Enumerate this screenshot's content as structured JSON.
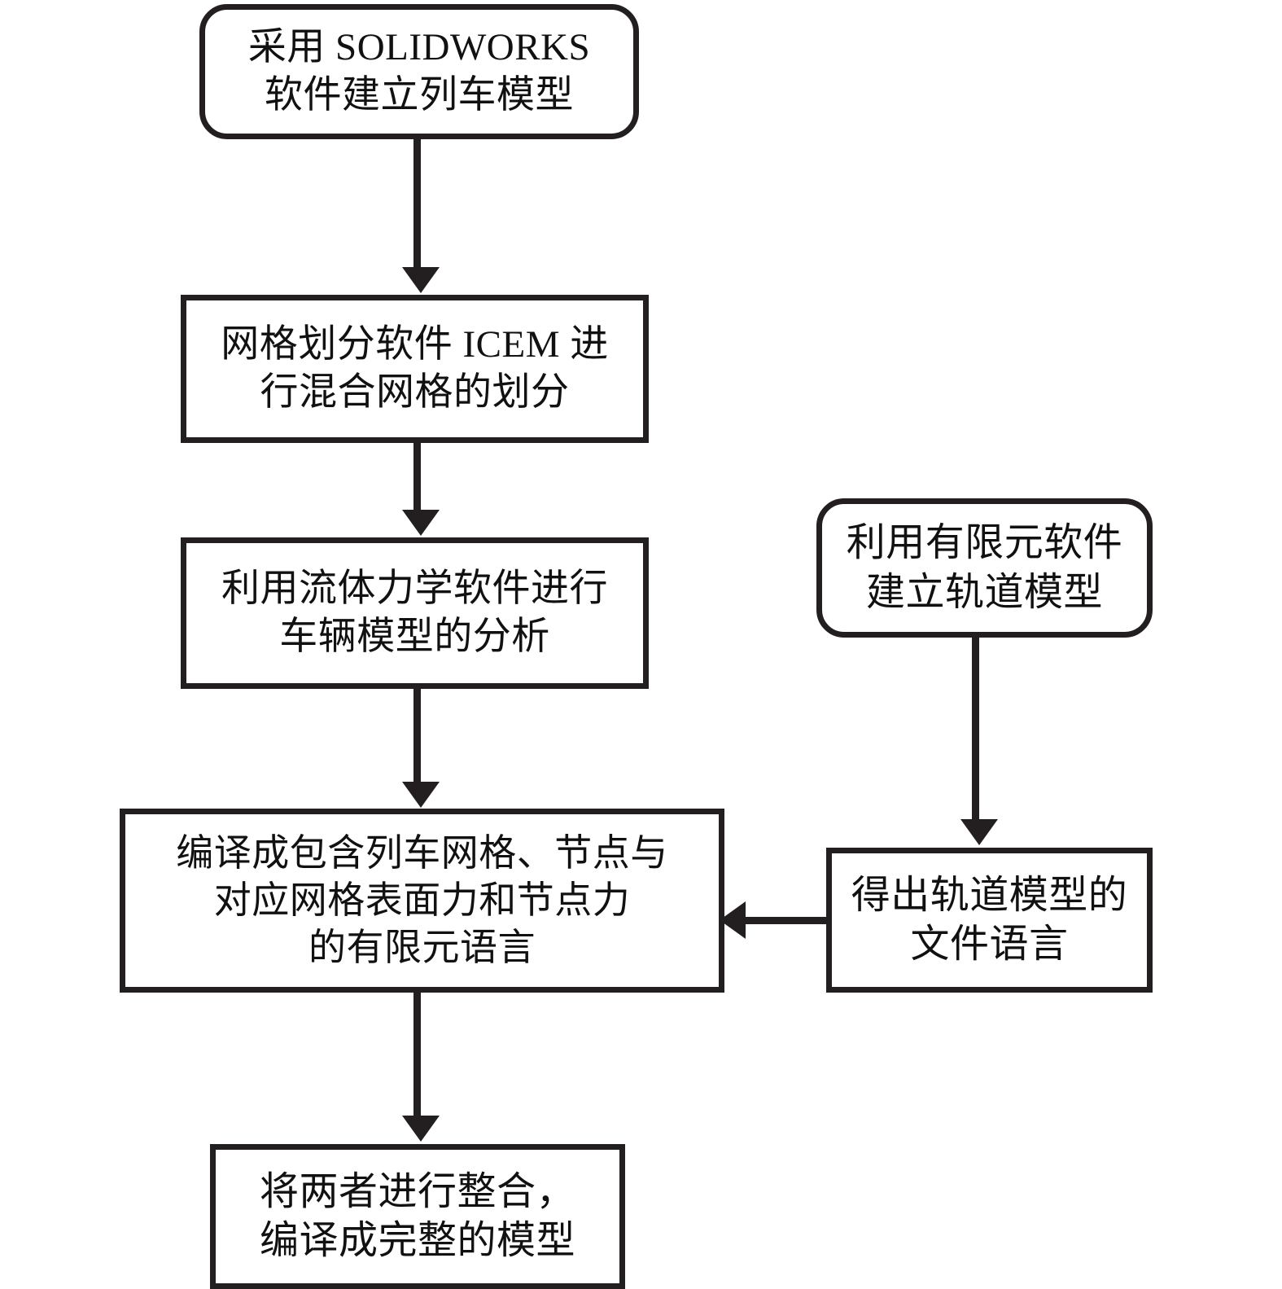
{
  "diagram": {
    "type": "flowchart",
    "title": "",
    "orientation": "top-to-bottom",
    "colors": {
      "stroke": "#231f20",
      "fill": "#ffffff",
      "text": "#111111"
    },
    "nodes": [
      {
        "id": "solidworks",
        "shape": "rounded-rectangle",
        "lines": [
          "采用 SOLIDWORKS",
          "软件建立列车模型"
        ],
        "text": "采用 SOLIDWORKS 软件建立列车模型"
      },
      {
        "id": "icem",
        "shape": "rectangle",
        "lines": [
          "网格划分软件 ICEM 进",
          "行混合网格的划分"
        ],
        "text": "网格划分软件 ICEM 进行混合网格的划分"
      },
      {
        "id": "cfd",
        "shape": "rectangle",
        "lines": [
          "利用流体力学软件进行",
          "车辆模型的分析"
        ],
        "text": "利用流体力学软件进行车辆模型的分析"
      },
      {
        "id": "compile-fem",
        "shape": "rectangle",
        "lines": [
          "编译成包含列车网格、节点与",
          "对应网格表面力和节点力",
          "的有限元语言"
        ],
        "text": "编译成包含列车网格、节点与对应网格表面力和节点力的有限元语言"
      },
      {
        "id": "fem-track",
        "shape": "rounded-rectangle",
        "lines": [
          "利用有限元软件",
          "建立轨道模型"
        ],
        "text": "利用有限元软件建立轨道模型"
      },
      {
        "id": "track-file",
        "shape": "rectangle",
        "lines": [
          "得出轨道模型的",
          "文件语言"
        ],
        "text": "得出轨道模型的文件语言"
      },
      {
        "id": "integrate",
        "shape": "rectangle",
        "lines": [
          "将两者进行整合，",
          "编译成完整的模型"
        ],
        "text": "将两者进行整合，编译成完整的模型"
      }
    ],
    "edges": [
      {
        "id": "e1",
        "from": "solidworks",
        "to": "icem",
        "direction": "down",
        "label": ""
      },
      {
        "id": "e2",
        "from": "icem",
        "to": "cfd",
        "direction": "down",
        "label": ""
      },
      {
        "id": "e3",
        "from": "cfd",
        "to": "compile-fem",
        "direction": "down",
        "label": ""
      },
      {
        "id": "e4",
        "from": "compile-fem",
        "to": "integrate",
        "direction": "down",
        "label": ""
      },
      {
        "id": "e5",
        "from": "fem-track",
        "to": "track-file",
        "direction": "down",
        "label": ""
      },
      {
        "id": "e6",
        "from": "track-file",
        "to": "compile-fem",
        "direction": "left",
        "label": ""
      }
    ]
  }
}
